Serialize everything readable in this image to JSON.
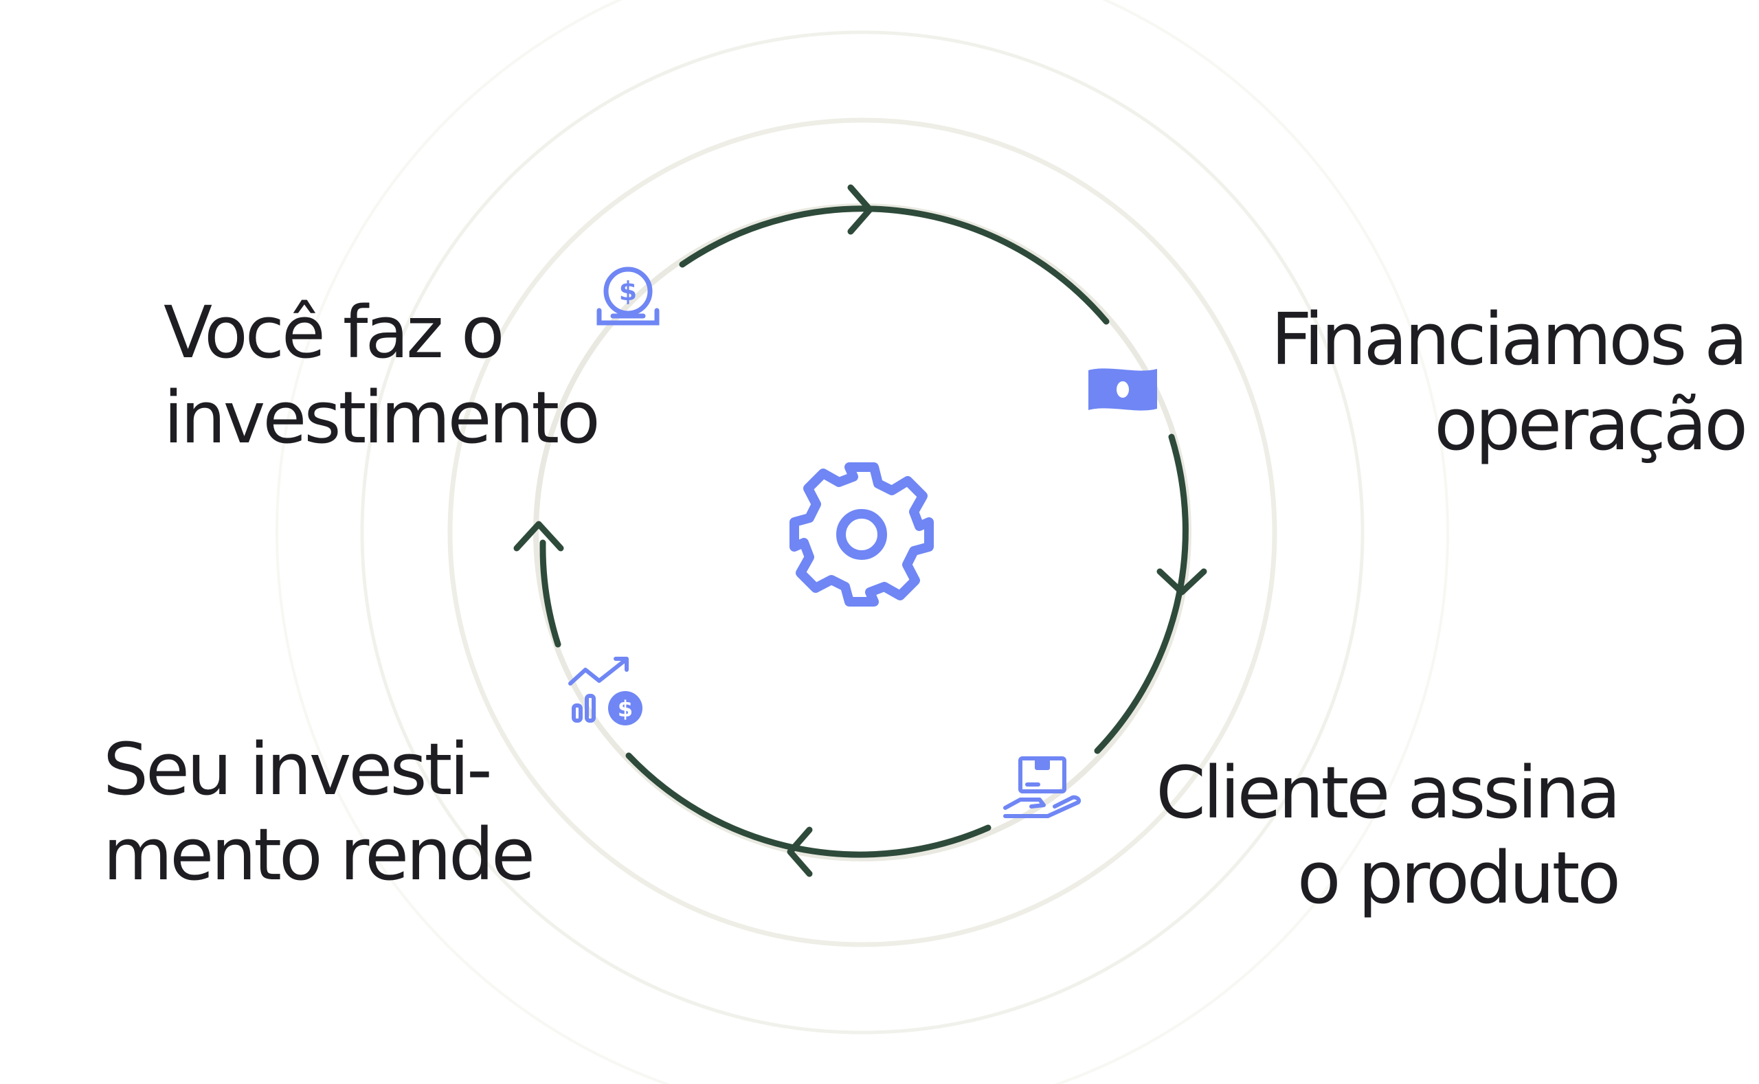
{
  "colors": {
    "arrow": "#2e4a3a",
    "icon": "#6f86f4",
    "ring": "#eeeee8",
    "text": "#1d1d22"
  },
  "steps": [
    {
      "id": "invest",
      "line1": "Você faz o",
      "line2": "investimento",
      "icon": "coin-dollar-icon"
    },
    {
      "id": "finance",
      "line1": "Financiamos a",
      "line2": "operação",
      "icon": "banknote-icon"
    },
    {
      "id": "client",
      "line1": "Cliente assina",
      "line2": "o produto",
      "icon": "hand-box-icon"
    },
    {
      "id": "return",
      "line1": "Seu investi-",
      "line2": "mento rende",
      "icon": "growth-chart-dollar-icon"
    }
  ],
  "center_icon": "gear-icon"
}
